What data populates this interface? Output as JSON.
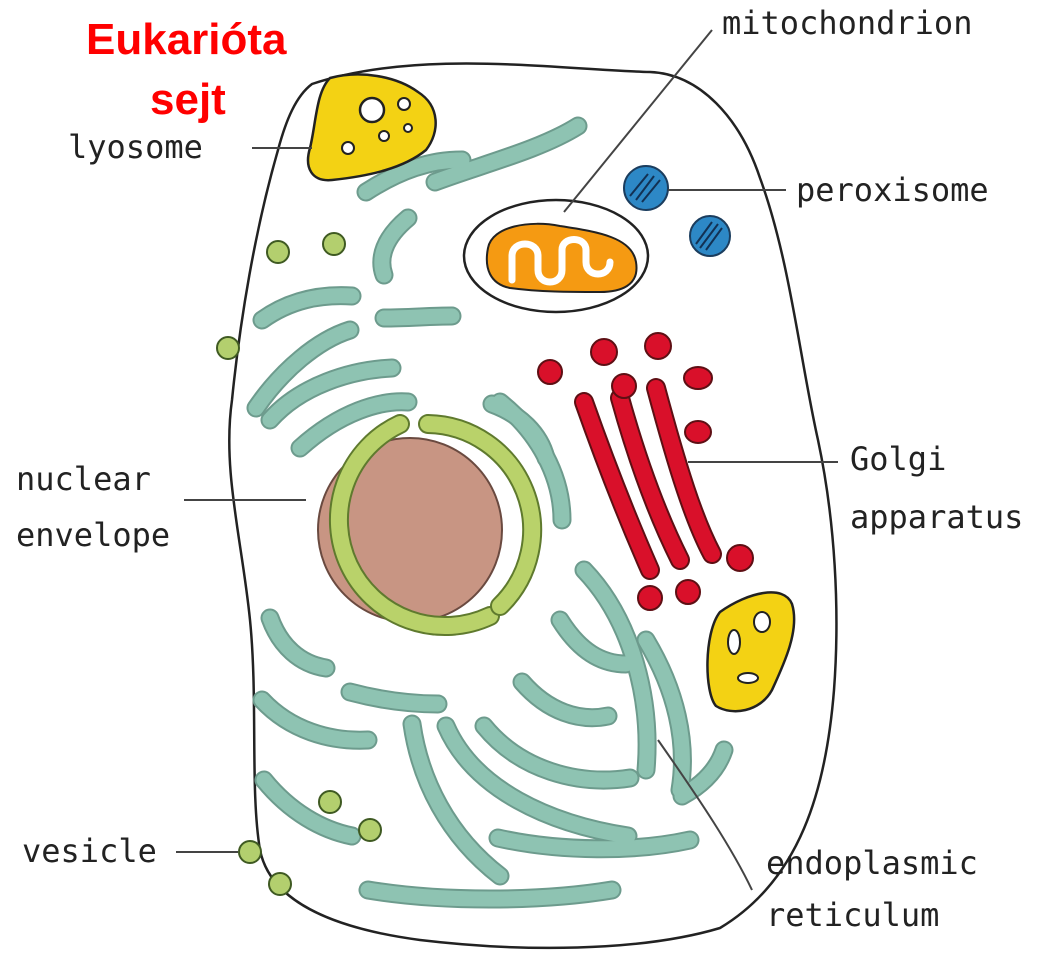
{
  "title": {
    "line1": "Eukarióta",
    "line2": "sejt",
    "color": "#ff0000"
  },
  "labels": {
    "mitochondrion": "mitochondrion",
    "lysosome": "lyosome",
    "peroxisome": "peroxisome",
    "nuclear_envelope": [
      "nuclear",
      "envelope"
    ],
    "golgi": [
      "Golgi",
      "apparatus"
    ],
    "vesicle": "vesicle",
    "er": [
      "endoplasmic",
      "reticulum"
    ]
  },
  "colors": {
    "cell_outline": "#222222",
    "er": "#8ec3b2",
    "nucleus": "#c89583",
    "nuclear_envelope": "#b9d26a",
    "golgi": "#d9102a",
    "mitochondrion": "#f59a12",
    "peroxisome": "#2d88c6",
    "lysosome": "#f3d214",
    "vesicle": "#b3cf6e"
  }
}
